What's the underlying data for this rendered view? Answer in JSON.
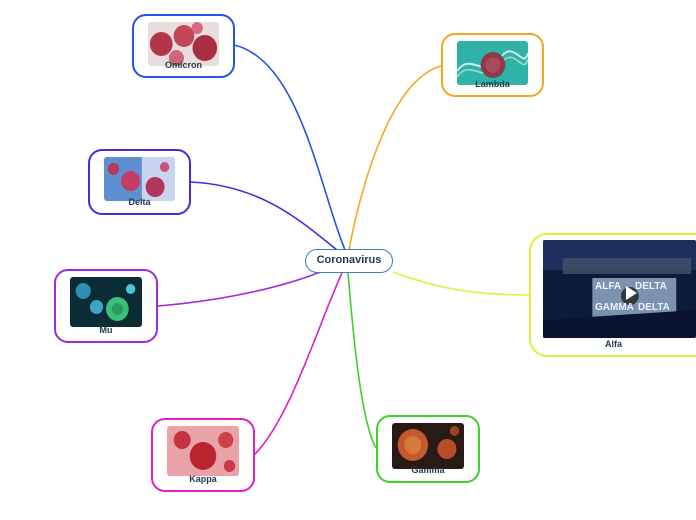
{
  "central": {
    "label": "Coronavirus"
  },
  "nodes": {
    "omicron": {
      "label": "Omicron",
      "color": "#2255e0"
    },
    "lambda": {
      "label": "Lambda",
      "color": "#f5a623"
    },
    "delta": {
      "label": "Delta",
      "color": "#4a2bd6"
    },
    "alfa": {
      "label": "Alfa",
      "color": "#e3ee38"
    },
    "mu": {
      "label": "Mu",
      "color": "#a12bd6"
    },
    "kappa": {
      "label": "Kappa",
      "color": "#e11fc9"
    },
    "gamma": {
      "label": "Gamma",
      "color": "#3ed12a"
    }
  },
  "video": {
    "words_top": [
      "ALFA",
      "DELTA"
    ],
    "words_bottom": [
      "GAMMA",
      "DELTA"
    ],
    "play_icon": "play-icon"
  }
}
